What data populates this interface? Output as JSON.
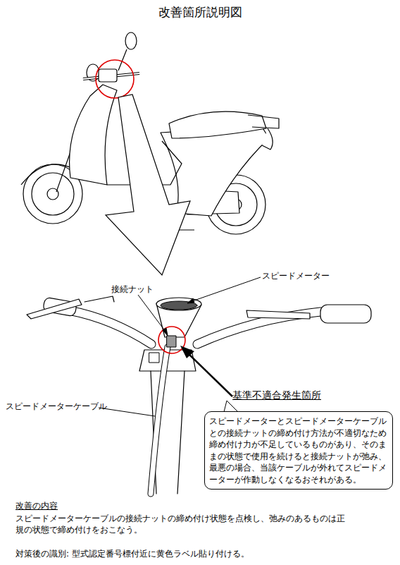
{
  "diagram": {
    "title": "改善箇所説明図",
    "nodes": [
      {
        "text": [
          "スピードメーターとスピードメーターケーブルとの接続ナットの締め付け方法が不適切なため締め付け力が不足しているものがあり、そのままの状態で使用を続けると接続ナットが弛み、最悪の場合、当該ケーブルが外れてスピードメーターが作動しなくなるおそれがある。"
        ]
      }
    ],
    "labels": [
      "接続ナット",
      "スピードメーター",
      "スピードメーターケーブル",
      "基準不適合発生箇所",
      "改善の内容",
      "スピードメーターケーブルの接続ナットの締め付け状態を点検し、弛みのあるものは正規の状態で締め付けをおこなう。",
      "対策後の識別: 型式認定番号標付近に黄色ラベル貼り付ける。"
    ]
  }
}
